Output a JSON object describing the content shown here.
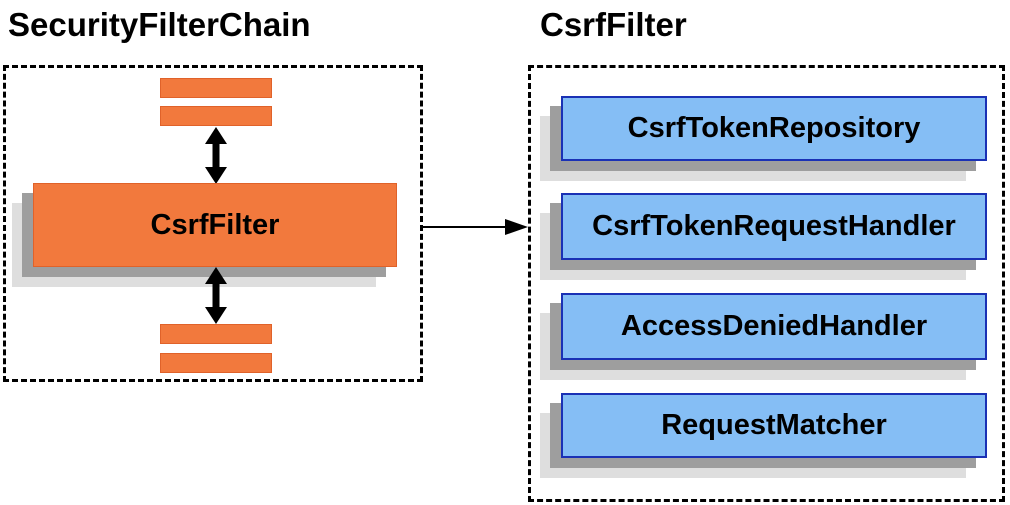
{
  "left_panel": {
    "title": "SecurityFilterChain",
    "filter_node_label": "CsrfFilter"
  },
  "right_panel": {
    "title": "CsrfFilter",
    "components": [
      {
        "label": "CsrfTokenRepository"
      },
      {
        "label": "CsrfTokenRequestHandler"
      },
      {
        "label": "AccessDeniedHandler"
      },
      {
        "label": "RequestMatcher"
      }
    ]
  },
  "colors": {
    "node_orange_fill": "#F2793D",
    "node_orange_border": "#E0622A",
    "node_blue_fill": "#85BEF5",
    "node_blue_border": "#1A31B5",
    "shadow_dark": "#9E9E9E",
    "shadow_light": "#DEDEDE",
    "arrow": "#000000",
    "dashed_border": "#000000"
  }
}
